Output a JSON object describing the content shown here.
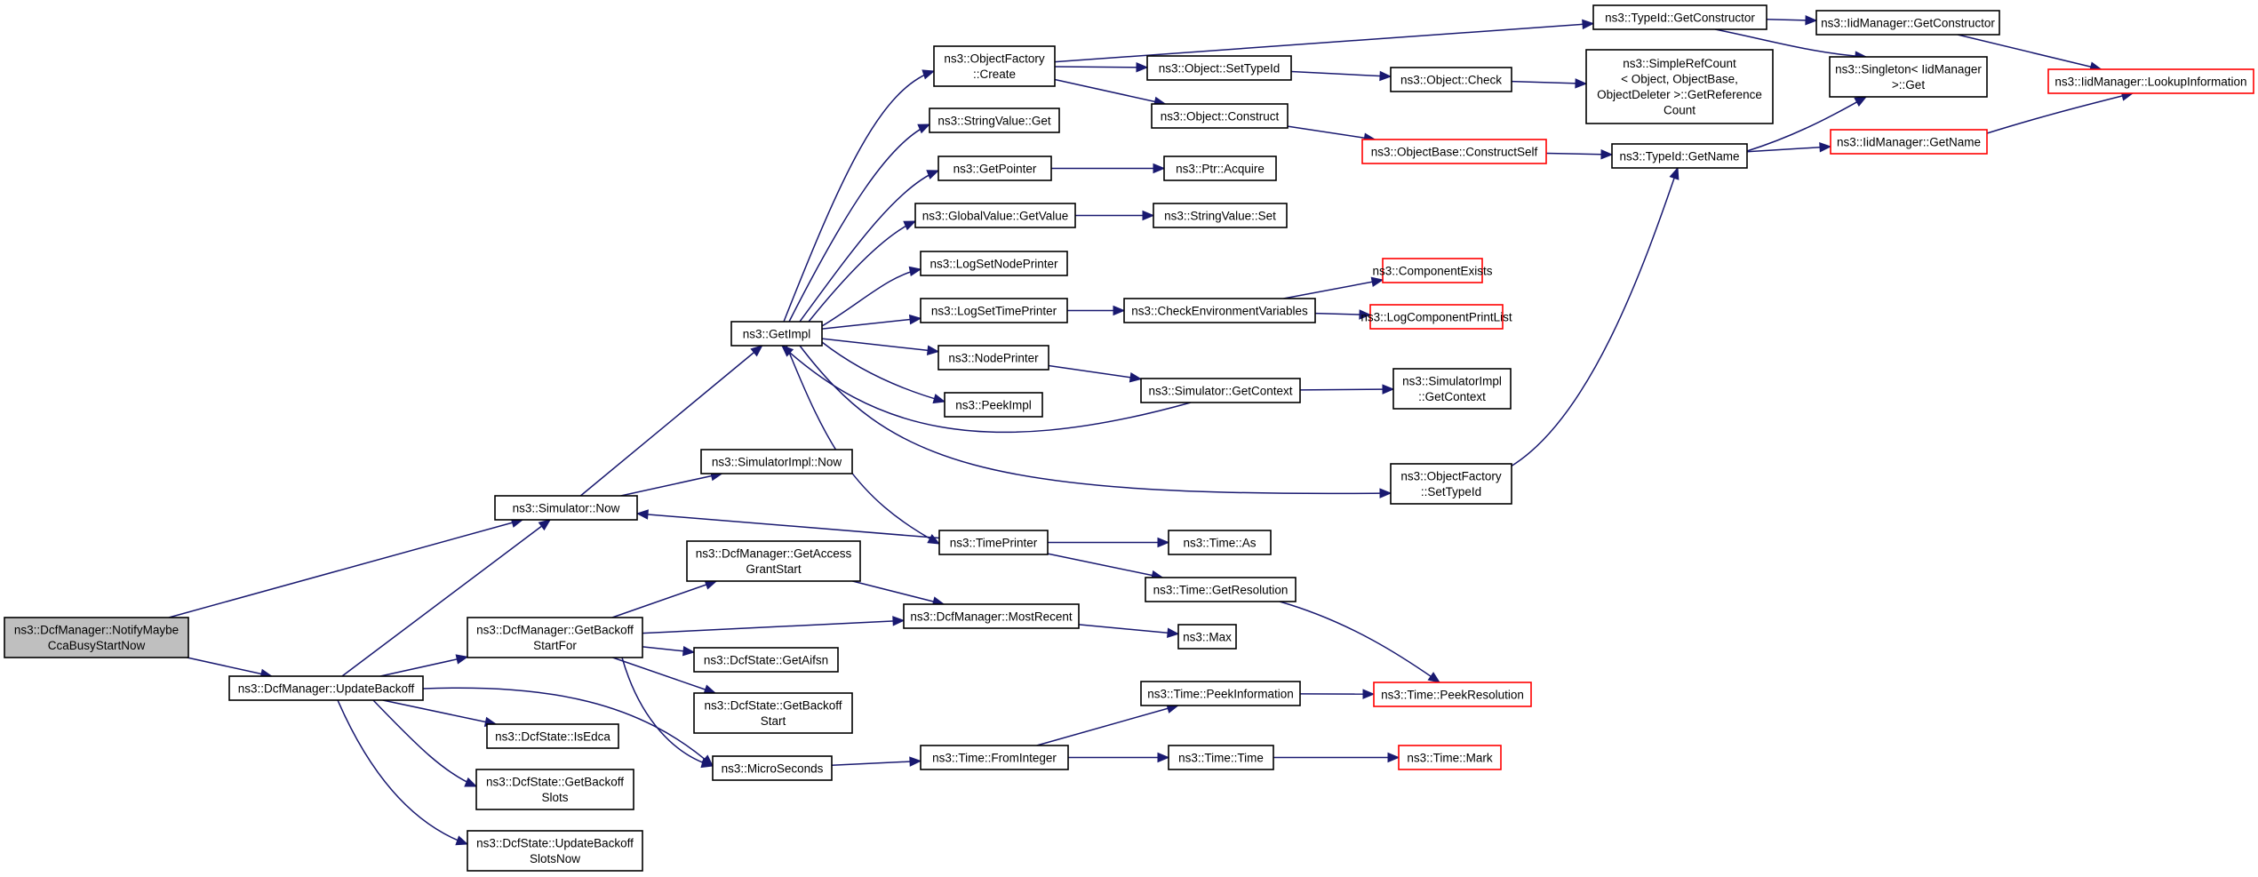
{
  "diagram": {
    "colors": {
      "edge": "#191970",
      "node_border": "#000000",
      "truncated_border": "#ff0000",
      "root_fill": "#bfbfbf",
      "node_fill": "#ffffff"
    },
    "nodes": [
      {
        "id": "root",
        "style": "root",
        "lines": [
          "ns3::DcfManager::NotifyMaybe",
          "CcaBusyStartNow"
        ]
      },
      {
        "id": "updatebackoff",
        "style": "normal",
        "lines": [
          "ns3::DcfManager::UpdateBackoff"
        ]
      },
      {
        "id": "simnow",
        "style": "normal",
        "lines": [
          "ns3::Simulator::Now"
        ]
      },
      {
        "id": "simimplnow",
        "style": "normal",
        "lines": [
          "ns3::SimulatorImpl::Now"
        ]
      },
      {
        "id": "getimpl",
        "style": "normal",
        "lines": [
          "ns3::GetImpl"
        ]
      },
      {
        "id": "ofcreate",
        "style": "normal",
        "lines": [
          "ns3::ObjectFactory",
          "::Create"
        ]
      },
      {
        "id": "stringvalueget",
        "style": "normal",
        "lines": [
          "ns3::StringValue::Get"
        ]
      },
      {
        "id": "getpointer",
        "style": "normal",
        "lines": [
          "ns3::GetPointer"
        ]
      },
      {
        "id": "globalvalueget",
        "style": "normal",
        "lines": [
          "ns3::GlobalValue::GetValue"
        ]
      },
      {
        "id": "logsetnode",
        "style": "normal",
        "lines": [
          "ns3::LogSetNodePrinter"
        ]
      },
      {
        "id": "logsettime",
        "style": "normal",
        "lines": [
          "ns3::LogSetTimePrinter"
        ]
      },
      {
        "id": "nodeprinter",
        "style": "normal",
        "lines": [
          "ns3::NodePrinter"
        ]
      },
      {
        "id": "peekimpl",
        "style": "normal",
        "lines": [
          "ns3::PeekImpl"
        ]
      },
      {
        "id": "timeprinter",
        "style": "normal",
        "lines": [
          "ns3::TimePrinter"
        ]
      },
      {
        "id": "objsettypeid",
        "style": "normal",
        "lines": [
          "ns3::Object::SetTypeId"
        ]
      },
      {
        "id": "objconstruct",
        "style": "normal",
        "lines": [
          "ns3::Object::Construct"
        ]
      },
      {
        "id": "ptracquire",
        "style": "normal",
        "lines": [
          "ns3::Ptr::Acquire"
        ]
      },
      {
        "id": "stringvalueset",
        "style": "normal",
        "lines": [
          "ns3::StringValue::Set"
        ]
      },
      {
        "id": "checkenv",
        "style": "normal",
        "lines": [
          "ns3::CheckEnvironmentVariables"
        ]
      },
      {
        "id": "simgetcontext",
        "style": "normal",
        "lines": [
          "ns3::Simulator::GetContext"
        ]
      },
      {
        "id": "ofsettypeid",
        "style": "normal",
        "lines": [
          "ns3::ObjectFactory",
          "::SetTypeId"
        ]
      },
      {
        "id": "timeas",
        "style": "normal",
        "lines": [
          "ns3::Time::As"
        ]
      },
      {
        "id": "timegetres",
        "style": "normal",
        "lines": [
          "ns3::Time::GetResolution"
        ]
      },
      {
        "id": "typeidgetctor",
        "style": "normal",
        "lines": [
          "ns3::TypeId::GetConstructor"
        ]
      },
      {
        "id": "objcheck",
        "style": "normal",
        "lines": [
          "ns3::Object::Check"
        ]
      },
      {
        "id": "objbaseconstruct",
        "style": "truncated",
        "lines": [
          "ns3::ObjectBase::ConstructSelf"
        ]
      },
      {
        "id": "componentexists",
        "style": "truncated",
        "lines": [
          "ns3::ComponentExists"
        ]
      },
      {
        "id": "logcomponentprint",
        "style": "truncated",
        "lines": [
          "ns3::LogComponentPrintList"
        ]
      },
      {
        "id": "simimplgetcontext",
        "style": "normal",
        "lines": [
          "ns3::SimulatorImpl",
          "::GetContext"
        ]
      },
      {
        "id": "iidgetctor",
        "style": "normal",
        "lines": [
          "ns3::IidManager::GetConstructor"
        ]
      },
      {
        "id": "simplerefcount",
        "style": "normal",
        "lines": [
          "ns3::SimpleRefCount",
          "< Object, ObjectBase,",
          "ObjectDeleter >::GetReference",
          "Count"
        ]
      },
      {
        "id": "typeidgetname",
        "style": "normal",
        "lines": [
          "ns3::TypeId::GetName"
        ]
      },
      {
        "id": "singletonget",
        "style": "normal",
        "lines": [
          "ns3::Singleton< IidManager",
          ">::Get"
        ]
      },
      {
        "id": "iidgetname",
        "style": "truncated",
        "lines": [
          "ns3::IidManager::GetName"
        ]
      },
      {
        "id": "iidlookup",
        "style": "truncated",
        "lines": [
          "ns3::IidManager::LookupInformation"
        ]
      },
      {
        "id": "getaccessgrant",
        "style": "normal",
        "lines": [
          "ns3::DcfManager::GetAccess",
          "GrantStart"
        ]
      },
      {
        "id": "getbackoffstartfor",
        "style": "normal",
        "lines": [
          "ns3::DcfManager::GetBackoff",
          "StartFor"
        ]
      },
      {
        "id": "mostrecent",
        "style": "normal",
        "lines": [
          "ns3::DcfManager::MostRecent"
        ]
      },
      {
        "id": "max",
        "style": "normal",
        "lines": [
          "ns3::Max"
        ]
      },
      {
        "id": "getaifsn",
        "style": "normal",
        "lines": [
          "ns3::DcfState::GetAifsn"
        ]
      },
      {
        "id": "getbackoffstart",
        "style": "normal",
        "lines": [
          "ns3::DcfState::GetBackoff",
          "Start"
        ]
      },
      {
        "id": "isedca",
        "style": "normal",
        "lines": [
          "ns3::DcfState::IsEdca"
        ]
      },
      {
        "id": "microseconds",
        "style": "normal",
        "lines": [
          "ns3::MicroSeconds"
        ]
      },
      {
        "id": "getbackoffslots",
        "style": "normal",
        "lines": [
          "ns3::DcfState::GetBackoff",
          "Slots"
        ]
      },
      {
        "id": "updatebackoffslotsnow",
        "style": "normal",
        "lines": [
          "ns3::DcfState::UpdateBackoff",
          "SlotsNow"
        ]
      },
      {
        "id": "fromint",
        "style": "normal",
        "lines": [
          "ns3::Time::FromInteger"
        ]
      },
      {
        "id": "timetime",
        "style": "normal",
        "lines": [
          "ns3::Time::Time"
        ]
      },
      {
        "id": "timemark",
        "style": "truncated",
        "lines": [
          "ns3::Time::Mark"
        ]
      },
      {
        "id": "peekinfo",
        "style": "normal",
        "lines": [
          "ns3::Time::PeekInformation"
        ]
      },
      {
        "id": "peekres",
        "style": "truncated",
        "lines": [
          "ns3::Time::PeekResolution"
        ]
      }
    ],
    "edges": [
      {
        "from": "root",
        "to": "simnow"
      },
      {
        "from": "root",
        "to": "updatebackoff"
      },
      {
        "from": "simnow",
        "to": "getimpl"
      },
      {
        "from": "simnow",
        "to": "simimplnow"
      },
      {
        "from": "getimpl",
        "to": "ofcreate"
      },
      {
        "from": "getimpl",
        "to": "stringvalueget"
      },
      {
        "from": "getimpl",
        "to": "getpointer"
      },
      {
        "from": "getimpl",
        "to": "globalvalueget"
      },
      {
        "from": "getimpl",
        "to": "logsetnode"
      },
      {
        "from": "getimpl",
        "to": "logsettime"
      },
      {
        "from": "getimpl",
        "to": "nodeprinter"
      },
      {
        "from": "getimpl",
        "to": "peekimpl"
      },
      {
        "from": "getimpl",
        "to": "timeprinter"
      },
      {
        "from": "getimpl",
        "to": "ofsettypeid"
      },
      {
        "from": "ofcreate",
        "to": "objsettypeid"
      },
      {
        "from": "ofcreate",
        "to": "objconstruct"
      },
      {
        "from": "ofcreate",
        "to": "typeidgetctor"
      },
      {
        "from": "getpointer",
        "to": "ptracquire"
      },
      {
        "from": "globalvalueget",
        "to": "stringvalueset"
      },
      {
        "from": "logsettime",
        "to": "checkenv"
      },
      {
        "from": "nodeprinter",
        "to": "simgetcontext"
      },
      {
        "from": "simgetcontext",
        "to": "getimpl"
      },
      {
        "from": "simgetcontext",
        "to": "simimplgetcontext"
      },
      {
        "from": "checkenv",
        "to": "componentexists"
      },
      {
        "from": "checkenv",
        "to": "logcomponentprint"
      },
      {
        "from": "objsettypeid",
        "to": "objcheck"
      },
      {
        "from": "objcheck",
        "to": "simplerefcount"
      },
      {
        "from": "objconstruct",
        "to": "objbaseconstruct"
      },
      {
        "from": "objbaseconstruct",
        "to": "typeidgetname"
      },
      {
        "from": "typeidgetctor",
        "to": "iidgetctor"
      },
      {
        "from": "typeidgetctor",
        "to": "singletonget"
      },
      {
        "from": "iidgetctor",
        "to": "iidlookup"
      },
      {
        "from": "typeidgetname",
        "to": "singletonget"
      },
      {
        "from": "typeidgetname",
        "to": "iidgetname"
      },
      {
        "from": "iidgetname",
        "to": "iidlookup"
      },
      {
        "from": "ofsettypeid",
        "to": "typeidgetname"
      },
      {
        "from": "timeprinter",
        "to": "simnow"
      },
      {
        "from": "timeprinter",
        "to": "timeas"
      },
      {
        "from": "timeprinter",
        "to": "timegetres"
      },
      {
        "from": "timegetres",
        "to": "peekres"
      },
      {
        "from": "updatebackoff",
        "to": "simnow"
      },
      {
        "from": "updatebackoff",
        "to": "getbackoffstartfor"
      },
      {
        "from": "updatebackoff",
        "to": "isedca"
      },
      {
        "from": "updatebackoff",
        "to": "microseconds"
      },
      {
        "from": "updatebackoff",
        "to": "getbackoffslots"
      },
      {
        "from": "updatebackoff",
        "to": "updatebackoffslotsnow"
      },
      {
        "from": "getbackoffstartfor",
        "to": "getaccessgrant"
      },
      {
        "from": "getbackoffstartfor",
        "to": "mostrecent"
      },
      {
        "from": "getbackoffstartfor",
        "to": "getaifsn"
      },
      {
        "from": "getbackoffstartfor",
        "to": "getbackoffstart"
      },
      {
        "from": "getbackoffstartfor",
        "to": "microseconds"
      },
      {
        "from": "getaccessgrant",
        "to": "mostrecent"
      },
      {
        "from": "mostrecent",
        "to": "max"
      },
      {
        "from": "microseconds",
        "to": "fromint"
      },
      {
        "from": "fromint",
        "to": "peekinfo"
      },
      {
        "from": "fromint",
        "to": "timetime"
      },
      {
        "from": "timetime",
        "to": "timemark"
      },
      {
        "from": "peekinfo",
        "to": "peekres"
      }
    ]
  }
}
